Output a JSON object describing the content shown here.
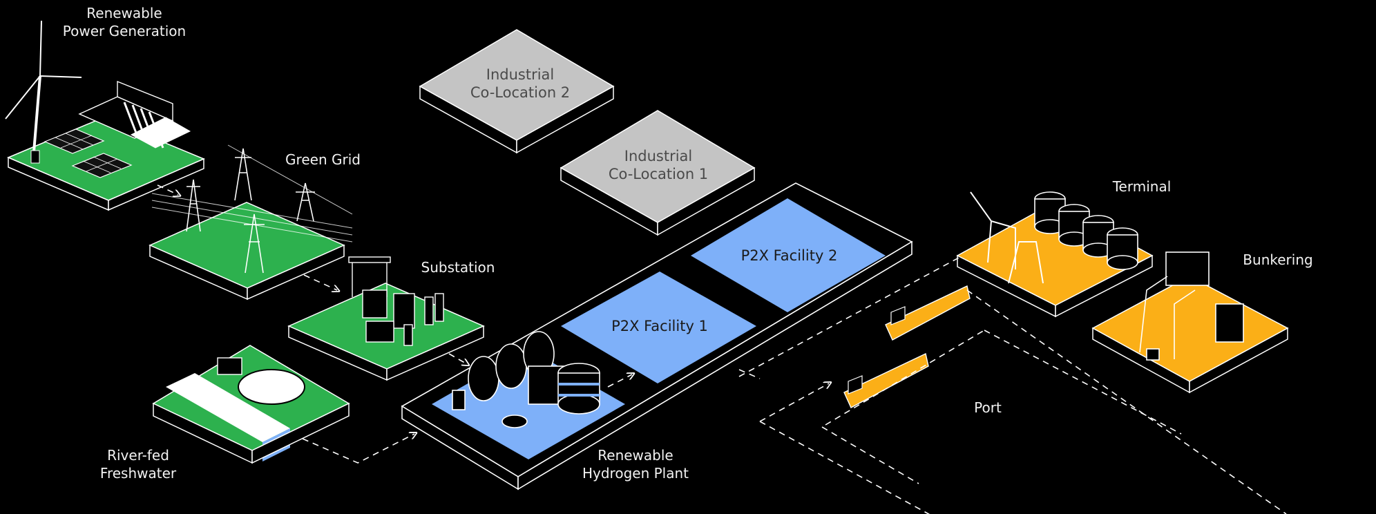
{
  "labels": {
    "renewable_power": "Renewable\nPower Generation",
    "green_grid": "Green Grid",
    "substation": "Substation",
    "river_freshwater": "River-fed\nFreshwater",
    "industrial_2": "Industrial\nCo-Location 2",
    "industrial_1": "Industrial\nCo-Location 1",
    "p2x_2": "P2X Facility 2",
    "p2x_1": "P2X Facility 1",
    "hydrogen_plant": "Renewable\nHydrogen Plant",
    "terminal": "Terminal",
    "bunkering": "Bunkering",
    "port": "Port"
  },
  "colors": {
    "background": "#000000",
    "green": "#2db14e",
    "grey": "#c4c4c4",
    "blue": "#7eb0f9",
    "orange": "#fbaf17",
    "line": "#ffffff"
  }
}
